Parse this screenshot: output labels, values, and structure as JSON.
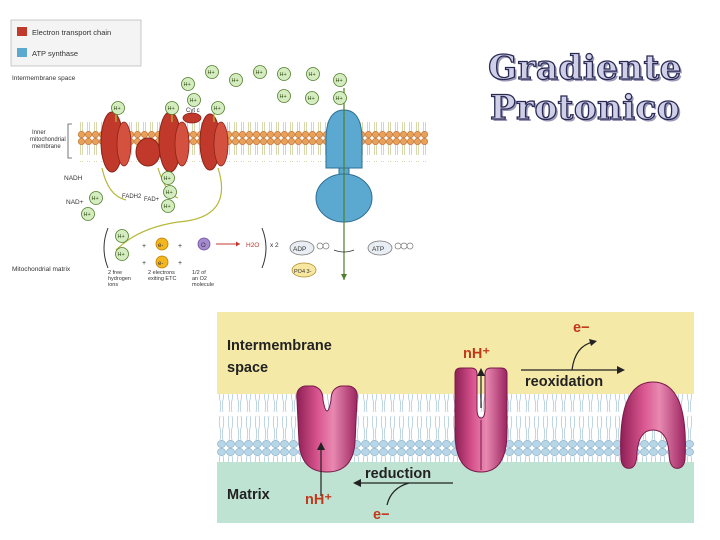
{
  "slide_title": {
    "line1": "Gradiente",
    "line2": "Protonico"
  },
  "figure1": {
    "legend": {
      "etc": "Electron transport chain",
      "atp_synthase": "ATP synthase"
    },
    "intermembrane_space": "Intermembrane space",
    "inner_membrane": "Inner mitochondrial membrane",
    "matrix": "Mitochondrial matrix",
    "proton": "H+",
    "cyt_c": "Cyt c",
    "nadh": "NADH",
    "nad": "NAD+",
    "fadh2": "FADH2",
    "fad": "FAD+",
    "electron": "e-",
    "oxygen": "O",
    "water": "H2O",
    "times2": "x 2",
    "adp": "ADP",
    "atp": "ATP",
    "pi": "PO4 3-",
    "caption_protons": "2 free hydrogen ions",
    "caption_electrons": "2 electrons exiting ETC",
    "caption_oxygen": "1/2 of an O2 molecule",
    "colors": {
      "etc": "#c0392b",
      "atp_synthase": "#5ba9d0",
      "proton_fill": "#d4ecc0"
    }
  },
  "figure2": {
    "intermembrane_line1": "Intermembrane",
    "intermembrane_line2": "space",
    "matrix": "Matrix",
    "reoxidation": "reoxidation",
    "reduction": "reduction",
    "electron": "e−",
    "proton_top": "nH⁺",
    "proton_bottom": "nH⁺",
    "colors": {
      "space": "#f5e9a8",
      "matrix": "#bfe3d3",
      "protein": "#c8437e",
      "accent": "#c0391b"
    }
  }
}
